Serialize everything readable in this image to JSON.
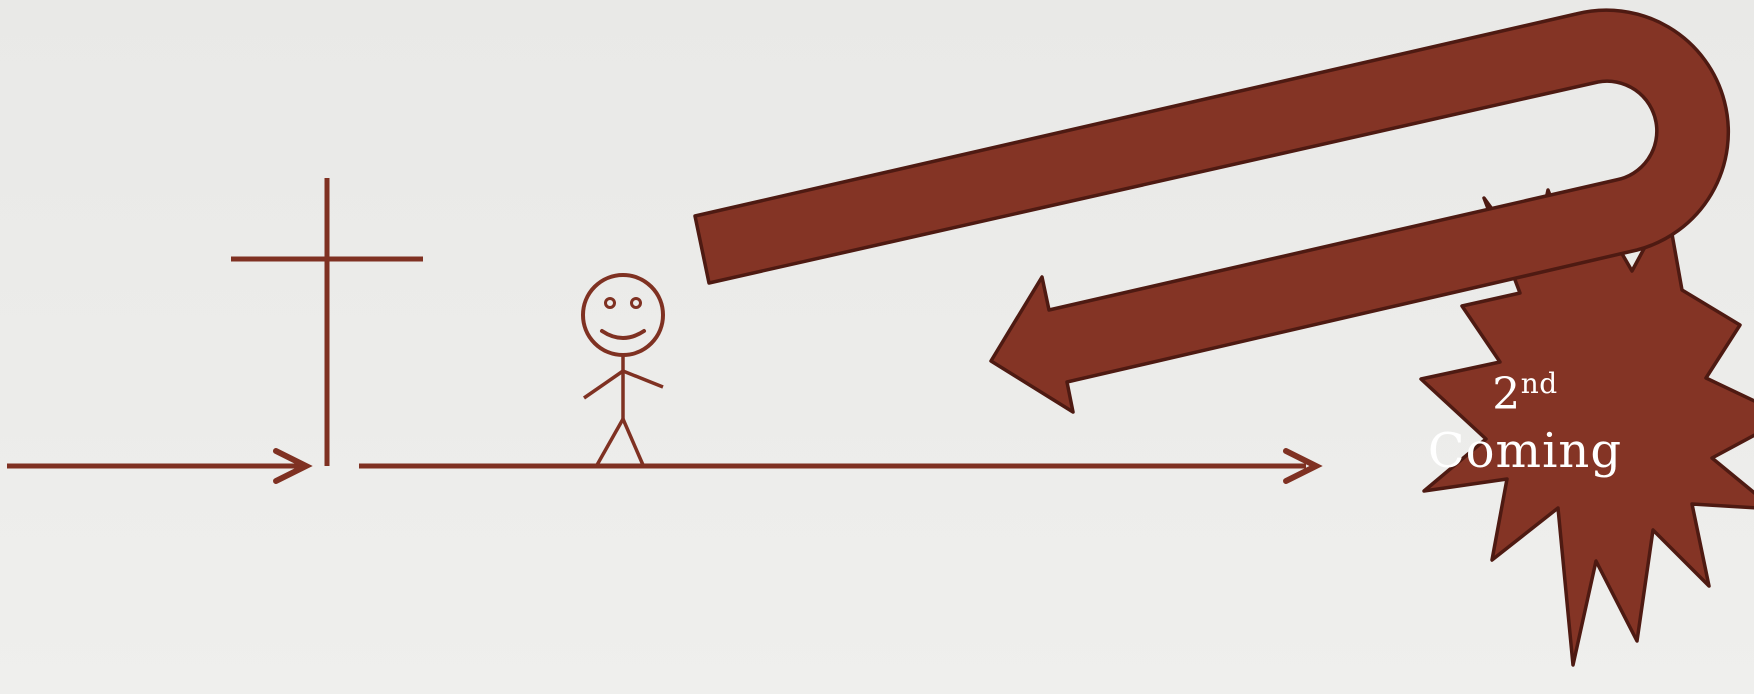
{
  "colors": {
    "background": "#ebebe9",
    "brown": "#7f3122",
    "fill": "#843425",
    "outline": "#4e1a12",
    "label_text": "#ffffff"
  },
  "icons": [
    "cross-icon",
    "stick-figure-icon",
    "u-turn-arrow-icon",
    "burst-star-icon"
  ],
  "burst": {
    "ordinal_number": "2",
    "ordinal_suffix": "nd",
    "word": "Coming"
  }
}
